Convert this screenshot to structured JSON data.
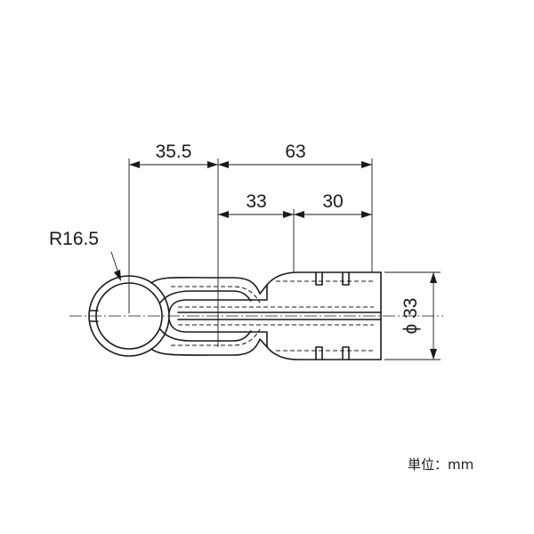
{
  "dimensions": {
    "top_left": "35.5",
    "top_right": "63",
    "mid_left": "33",
    "mid_right": "30",
    "radius": "R16.5",
    "diameter": "ϕ 33"
  },
  "unit_note": "単位：mm"
}
